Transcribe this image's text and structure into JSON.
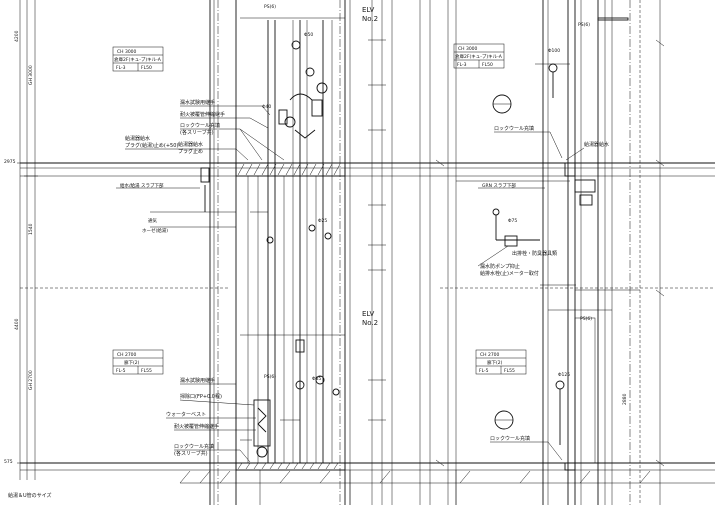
{
  "elev_dims": [
    "4200",
    "GH 3000",
    "2975",
    "GH 2700",
    "4400",
    "575"
  ],
  "elev_dims_b": [
    "1540",
    "2880"
  ],
  "left_elv": {
    "title": "ELV",
    "no": "No.2"
  },
  "left_elv2": {
    "title": "ELV",
    "no": "No.2"
  },
  "left_box": {
    "ch": "CH 3000",
    "room": "倉庫2F(キュ-ブ)キル-A",
    "fl_a": "FL-3",
    "fl_b": "FL50"
  },
  "left_box2": {
    "ch": "CH 2700",
    "room": "廊下(2)",
    "fl_a": "FL-5",
    "fl_b": "FL55"
  },
  "right_box": {
    "ch": "CH 3000",
    "room": "倉庫2F(キュ-ブ)キル-A",
    "fl_a": "FL-3",
    "fl_b": "FL50"
  },
  "right_box2": {
    "ch": "CH 2700",
    "room": "廊下(2)",
    "fl_a": "FL-5",
    "fl_b": "FL55"
  },
  "ps_labels": [
    "PS(6)",
    "PS(6)",
    "PS(6)",
    "PS(6)"
  ],
  "annotations": {
    "water_test_1": "漏水試験用継手",
    "fire_sprinkler_1": "耐火被覆管伸縮継手",
    "rockwool_1": "ロックウール充填",
    "rockwool_1b": "(各スリーブ共)",
    "drain_plug": "給湯器給水",
    "drain_plug_b": "プラグ(給湯)止め(+50)",
    "drain_plug2": "給湯器給水",
    "drain_plug2_b": "プラグ止め",
    "water_test_2": "漏水試験用継手",
    "cleanout": "掃除口(FP+0.0程)",
    "water_hammer": "ウォーターベスト",
    "fire_sprinkler_2": "耐火被覆管伸縮継手",
    "rockwool_2": "ロックウール充填",
    "rockwool_2b": "(各スリーブ共)",
    "slab_note_left": "給水/給湯 スラブ下部",
    "slab_note_right": "GRN スラブ下部",
    "pump_note": "漏水防ポンプ抑止",
    "pump_note_b": "給排水栓(止)メーター取付",
    "meter_note": "出排栓・防臭器具類",
    "rockwool_r1": "ロックウール充填",
    "rockwool_r2": "ロックウール充填",
    "drain_r": "給湯器給水",
    "vent_label": "通気",
    "pipe_label": "ホーゼ(給湯)"
  },
  "sizes": [
    "Φ50",
    "Φ40",
    "Φ25",
    "Φ65",
    "Φ100",
    "Φ125",
    "Φ75"
  ],
  "footer_note": "給湯＆U管のサイズ"
}
